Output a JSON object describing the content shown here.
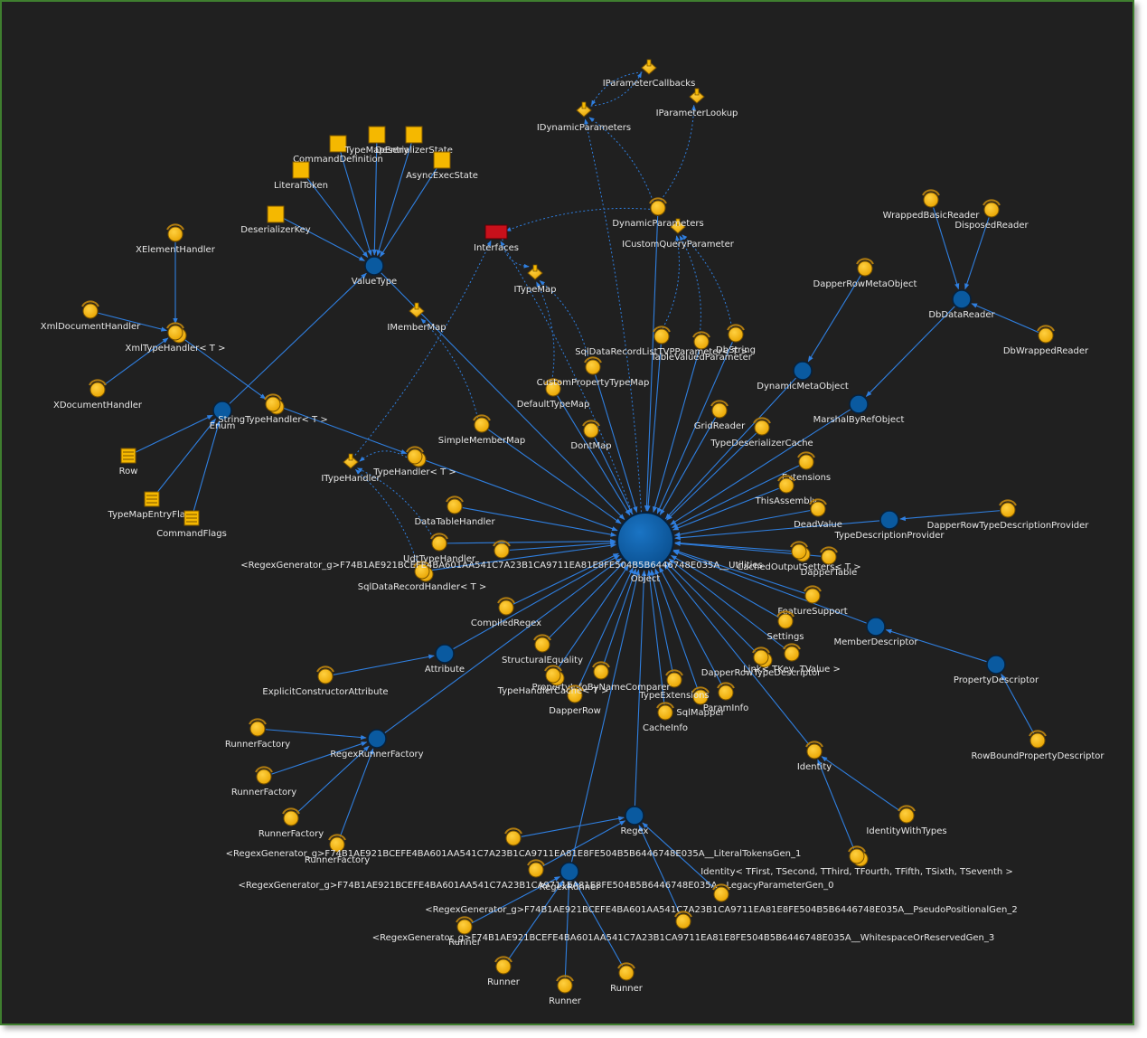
{
  "colors": {
    "background": "#202020",
    "edge": "#2f7fe0",
    "class_node": "#f5b800",
    "class_node_stroke": "#7a5400",
    "abstract_node": "#0a5aa0",
    "interface_node": "#f5b800",
    "namespace_node": "#c8101b",
    "struct_node": "#f5b800",
    "enum_node": "#f5b800"
  },
  "legend_icons": {
    "class": "ring-circle-icon",
    "base_class": "blue-circle-icon",
    "interface": "diamond-icon",
    "struct": "square-icon",
    "enum": "striped-square-icon",
    "folder": "red-rectangle-icon"
  },
  "nodes": [
    {
      "id": "object",
      "label": "Object",
      "type": "hub"
    },
    {
      "id": "valuetype",
      "label": "ValueType",
      "type": "base"
    },
    {
      "id": "enum",
      "label": "Enum",
      "type": "base"
    },
    {
      "id": "attribute",
      "label": "Attribute",
      "type": "base"
    },
    {
      "id": "regexrunnerfactory",
      "label": "RegexRunnerFactory",
      "type": "base"
    },
    {
      "id": "regex",
      "label": "Regex",
      "type": "base"
    },
    {
      "id": "regexrunner",
      "label": "RegexRunner",
      "type": "base"
    },
    {
      "id": "dbdatareader",
      "label": "DbDataReader",
      "type": "base"
    },
    {
      "id": "dynamicmetaobject",
      "label": "DynamicMetaObject",
      "type": "base"
    },
    {
      "id": "marshalbyrefobject",
      "label": "MarshalByRefObject",
      "type": "base"
    },
    {
      "id": "typedescriptionprovider",
      "label": "TypeDescriptionProvider",
      "type": "base"
    },
    {
      "id": "memberdescriptor",
      "label": "MemberDescriptor",
      "type": "base"
    },
    {
      "id": "propertydescriptor",
      "label": "PropertyDescriptor",
      "type": "base"
    },
    {
      "id": "interfaces",
      "label": "Interfaces",
      "type": "folder"
    },
    {
      "id": "idynamicparameters",
      "label": "IDynamicParameters",
      "type": "iface"
    },
    {
      "id": "iparametercallbacks",
      "label": "IParameterCallbacks",
      "type": "iface"
    },
    {
      "id": "iparameterlookup",
      "label": "IParameterLookup",
      "type": "iface"
    },
    {
      "id": "icustomqueryparameter",
      "label": "ICustomQueryParameter",
      "type": "iface"
    },
    {
      "id": "itypemap",
      "label": "ITypeMap",
      "type": "iface"
    },
    {
      "id": "imembermap",
      "label": "IMemberMap",
      "type": "iface"
    },
    {
      "id": "itypehandler",
      "label": "ITypeHandler",
      "type": "iface"
    },
    {
      "id": "commanddefinition",
      "label": "CommandDefinition",
      "type": "struct"
    },
    {
      "id": "typemapentry",
      "label": "TypeMapEntry",
      "type": "struct"
    },
    {
      "id": "deserializerstate",
      "label": "DeserializerState",
      "type": "struct"
    },
    {
      "id": "asyncexecstate",
      "label": "AsyncExecState",
      "type": "struct"
    },
    {
      "id": "literaltoken",
      "label": "LiteralToken",
      "type": "struct"
    },
    {
      "id": "deserializerkey",
      "label": "DeserializerKey",
      "type": "struct"
    },
    {
      "id": "row",
      "label": "Row",
      "type": "enum"
    },
    {
      "id": "typemapentryflags",
      "label": "TypeMapEntryFlags",
      "type": "enum"
    },
    {
      "id": "commandflags",
      "label": "CommandFlags",
      "type": "enum"
    },
    {
      "id": "xelementhandler",
      "label": "XElementHandler",
      "type": "class"
    },
    {
      "id": "xmldocumenthandler",
      "label": "XmlDocumentHandler",
      "type": "class"
    },
    {
      "id": "xmltypehandler",
      "label": "XmlTypeHandler< T >",
      "type": "classstack"
    },
    {
      "id": "xdocumenthandler",
      "label": "XDocumentHandler",
      "type": "class"
    },
    {
      "id": "stringtypehandler",
      "label": "StringTypeHandler< T >",
      "type": "classstack"
    },
    {
      "id": "typehandler",
      "label": "TypeHandler< T >",
      "type": "classstack"
    },
    {
      "id": "datatablehandler",
      "label": "DataTableHandler",
      "type": "class"
    },
    {
      "id": "udttypehandler",
      "label": "UdtTypeHandler",
      "type": "class"
    },
    {
      "id": "sqldatarecordhandler",
      "label": "SqlDataRecordHandler< T >",
      "type": "classstack"
    },
    {
      "id": "utilities",
      "label": "<RegexGenerator_g>F74B1AE921BCEFE4BA601AA541C7A23B1CA9711EA81E8FE504B5B6446748E035A__Utilities",
      "type": "class"
    },
    {
      "id": "simplemembermap",
      "label": "SimpleMemberMap",
      "type": "class"
    },
    {
      "id": "defaulttypemap",
      "label": "DefaultTypeMap",
      "type": "class"
    },
    {
      "id": "custompropertytypemap",
      "label": "CustomPropertyTypeMap",
      "type": "class"
    },
    {
      "id": "dontmap",
      "label": "DontMap",
      "type": "class"
    },
    {
      "id": "sqldatarecordlisttvp",
      "label": "SqlDataRecordListTVPParameter< T >",
      "type": "class"
    },
    {
      "id": "tablevaluedparameter",
      "label": "TableValuedParameter",
      "type": "class"
    },
    {
      "id": "dbstring",
      "label": "DbString",
      "type": "class"
    },
    {
      "id": "dynamicparameters",
      "label": "DynamicParameters",
      "type": "class"
    },
    {
      "id": "gridreader",
      "label": "GridReader",
      "type": "class"
    },
    {
      "id": "typedeserializercache",
      "label": "TypeDeserializerCache",
      "type": "class"
    },
    {
      "id": "extensions",
      "label": "Extensions",
      "type": "class"
    },
    {
      "id": "thisassembly",
      "label": "ThisAssembly",
      "type": "class"
    },
    {
      "id": "deadvalue",
      "label": "DeadValue",
      "type": "class"
    },
    {
      "id": "cachedoutputsetters",
      "label": "CachedOutputSetters< T >",
      "type": "classstack"
    },
    {
      "id": "dappertable",
      "label": "DapperTable",
      "type": "class"
    },
    {
      "id": "featuresupport",
      "label": "FeatureSupport",
      "type": "class"
    },
    {
      "id": "settings",
      "label": "Settings",
      "type": "class"
    },
    {
      "id": "dapperrowtypedescriptor",
      "label": "DapperRowTypeDescriptor",
      "type": "classstack"
    },
    {
      "id": "link",
      "label": "Link< TKey, TValue >",
      "type": "class"
    },
    {
      "id": "paraminfo",
      "label": "ParamInfo",
      "type": "class"
    },
    {
      "id": "sqlmapper",
      "label": "SqlMapper",
      "type": "class"
    },
    {
      "id": "cacheinfo",
      "label": "CacheInfo",
      "type": "class"
    },
    {
      "id": "typeextensions",
      "label": "TypeExtensions",
      "type": "class"
    },
    {
      "id": "propertyinfobynamecomparer",
      "label": "PropertyInfoByNameComparer",
      "type": "class"
    },
    {
      "id": "structuralequality",
      "label": "StructuralEquality",
      "type": "class"
    },
    {
      "id": "dapperrow",
      "label": "DapperRow",
      "type": "class"
    },
    {
      "id": "typehandlercache",
      "label": "TypeHandlerCache< T >",
      "type": "classstack"
    },
    {
      "id": "compiledregex",
      "label": "CompiledRegex",
      "type": "class"
    },
    {
      "id": "explicitconstructorattribute",
      "label": "ExplicitConstructorAttribute",
      "type": "class"
    },
    {
      "id": "runnerfactory1",
      "label": "RunnerFactory",
      "type": "class"
    },
    {
      "id": "runnerfactory2",
      "label": "RunnerFactory",
      "type": "class"
    },
    {
      "id": "runnerfactory3",
      "label": "RunnerFactory",
      "type": "class"
    },
    {
      "id": "runnerfactory4",
      "label": "RunnerFactory",
      "type": "class"
    },
    {
      "id": "literaltokensgen",
      "label": "<RegexGenerator_g>F74B1AE921BCEFE4BA601AA541C7A23B1CA9711EA81E8FE504B5B6446748E035A__LiteralTokensGen_1",
      "type": "class"
    },
    {
      "id": "legacyparametergen",
      "label": "<RegexGenerator_g>F74B1AE921BCEFE4BA601AA541C7A23B1CA9711EA81E8FE504B5B6446748E035A__LegacyParameterGen_0",
      "type": "class"
    },
    {
      "id": "pseudopositionalgen",
      "label": "<RegexGenerator_g>F74B1AE921BCEFE4BA601AA541C7A23B1CA9711EA81E8FE504B5B6446748E035A__PseudoPositionalGen_2",
      "type": "class"
    },
    {
      "id": "whitespacegen",
      "label": "<RegexGenerator_g>F74B1AE921BCEFE4BA601AA541C7A23B1CA9711EA81E8FE504B5B6446748E035A__WhitespaceOrReservedGen_3",
      "type": "class"
    },
    {
      "id": "runner1",
      "label": "Runner",
      "type": "class"
    },
    {
      "id": "runner2",
      "label": "Runner",
      "type": "class"
    },
    {
      "id": "runner3",
      "label": "Runner",
      "type": "class"
    },
    {
      "id": "runner4",
      "label": "Runner",
      "type": "class"
    },
    {
      "id": "identity",
      "label": "Identity",
      "type": "class"
    },
    {
      "id": "identitywithtypes",
      "label": "IdentityWithTypes",
      "type": "class"
    },
    {
      "id": "identitygeneric",
      "label": "Identity< TFirst, TSecond, TThird, TFourth, TFifth, TSixth, TSeventh >",
      "type": "classstack"
    },
    {
      "id": "wrappedbasicreader",
      "label": "WrappedBasicReader",
      "type": "class"
    },
    {
      "id": "disposedreader",
      "label": "DisposedReader",
      "type": "class"
    },
    {
      "id": "dbwrappedreader",
      "label": "DbWrappedReader",
      "type": "class"
    },
    {
      "id": "dapperrowmetaobject",
      "label": "DapperRowMetaObject",
      "type": "class"
    },
    {
      "id": "dapperrowtypedescriptionprovider",
      "label": "DapperRowTypeDescriptionProvider",
      "type": "class"
    },
    {
      "id": "rowboundpropertydescriptor",
      "label": "RowBoundPropertyDescriptor",
      "type": "class"
    }
  ],
  "edges": [
    {
      "from": "valuetype",
      "to": "object"
    },
    {
      "from": "enum",
      "to": "valuetype"
    },
    {
      "from": "attribute",
      "to": "object"
    },
    {
      "from": "regexrunnerfactory",
      "to": "object"
    },
    {
      "from": "regex",
      "to": "object"
    },
    {
      "from": "regexrunner",
      "to": "object"
    },
    {
      "from": "dbdatareader",
      "to": "marshalbyrefobject"
    },
    {
      "from": "marshalbyrefobject",
      "to": "object"
    },
    {
      "from": "dynamicmetaobject",
      "to": "object"
    },
    {
      "from": "typedescriptionprovider",
      "to": "object"
    },
    {
      "from": "memberdescriptor",
      "to": "object"
    },
    {
      "from": "propertydescriptor",
      "to": "memberdescriptor"
    },
    {
      "from": "commanddefinition",
      "to": "valuetype"
    },
    {
      "from": "typemapentry",
      "to": "valuetype"
    },
    {
      "from": "deserializerstate",
      "to": "valuetype"
    },
    {
      "from": "asyncexecstate",
      "to": "valuetype"
    },
    {
      "from": "literaltoken",
      "to": "valuetype"
    },
    {
      "from": "deserializerkey",
      "to": "valuetype"
    },
    {
      "from": "row",
      "to": "enum"
    },
    {
      "from": "typemapentryflags",
      "to": "enum"
    },
    {
      "from": "commandflags",
      "to": "enum"
    },
    {
      "from": "xelementhandler",
      "to": "xmltypehandler"
    },
    {
      "from": "xmldocumenthandler",
      "to": "xmltypehandler"
    },
    {
      "from": "xdocumenthandler",
      "to": "xmltypehandler"
    },
    {
      "from": "xmltypehandler",
      "to": "stringtypehandler"
    },
    {
      "from": "stringtypehandler",
      "to": "typehandler"
    },
    {
      "from": "typehandler",
      "to": "object"
    },
    {
      "from": "datatablehandler",
      "to": "object"
    },
    {
      "from": "udttypehandler",
      "to": "object"
    },
    {
      "from": "sqldatarecordhandler",
      "to": "object"
    },
    {
      "from": "utilities",
      "to": "object"
    },
    {
      "from": "simplemembermap",
      "to": "object"
    },
    {
      "from": "defaulttypemap",
      "to": "object"
    },
    {
      "from": "custompropertytypemap",
      "to": "object"
    },
    {
      "from": "dontmap",
      "to": "object"
    },
    {
      "from": "sqldatarecordlisttvp",
      "to": "object"
    },
    {
      "from": "tablevaluedparameter",
      "to": "object"
    },
    {
      "from": "dbstring",
      "to": "object"
    },
    {
      "from": "dynamicparameters",
      "to": "object"
    },
    {
      "from": "gridreader",
      "to": "object"
    },
    {
      "from": "typedeserializercache",
      "to": "object"
    },
    {
      "from": "extensions",
      "to": "object"
    },
    {
      "from": "thisassembly",
      "to": "object"
    },
    {
      "from": "deadvalue",
      "to": "object"
    },
    {
      "from": "cachedoutputsetters",
      "to": "object"
    },
    {
      "from": "dappertable",
      "to": "object"
    },
    {
      "from": "featuresupport",
      "to": "object"
    },
    {
      "from": "settings",
      "to": "object"
    },
    {
      "from": "dapperrowtypedescriptor",
      "to": "object"
    },
    {
      "from": "link",
      "to": "object"
    },
    {
      "from": "paraminfo",
      "to": "object"
    },
    {
      "from": "sqlmapper",
      "to": "object"
    },
    {
      "from": "cacheinfo",
      "to": "object"
    },
    {
      "from": "typeextensions",
      "to": "object"
    },
    {
      "from": "propertyinfobynamecomparer",
      "to": "object"
    },
    {
      "from": "structuralequality",
      "to": "object"
    },
    {
      "from": "dapperrow",
      "to": "object"
    },
    {
      "from": "typehandlercache",
      "to": "object"
    },
    {
      "from": "compiledregex",
      "to": "object"
    },
    {
      "from": "explicitconstructorattribute",
      "to": "attribute"
    },
    {
      "from": "runnerfactory1",
      "to": "regexrunnerfactory"
    },
    {
      "from": "runnerfactory2",
      "to": "regexrunnerfactory"
    },
    {
      "from": "runnerfactory3",
      "to": "regexrunnerfactory"
    },
    {
      "from": "runnerfactory4",
      "to": "regexrunnerfactory"
    },
    {
      "from": "literaltokensgen",
      "to": "regex"
    },
    {
      "from": "legacyparametergen",
      "to": "regex"
    },
    {
      "from": "pseudopositionalgen",
      "to": "regex"
    },
    {
      "from": "whitespacegen",
      "to": "regex"
    },
    {
      "from": "runner1",
      "to": "regexrunner"
    },
    {
      "from": "runner2",
      "to": "regexrunner"
    },
    {
      "from": "runner3",
      "to": "regexrunner"
    },
    {
      "from": "runner4",
      "to": "regexrunner"
    },
    {
      "from": "identity",
      "to": "object"
    },
    {
      "from": "identitywithtypes",
      "to": "identity"
    },
    {
      "from": "identitygeneric",
      "to": "identity"
    },
    {
      "from": "wrappedbasicreader",
      "to": "dbdatareader"
    },
    {
      "from": "disposedreader",
      "to": "dbdatareader"
    },
    {
      "from": "dbwrappedreader",
      "to": "dbdatareader"
    },
    {
      "from": "dapperrowmetaobject",
      "to": "dynamicmetaobject"
    },
    {
      "from": "dapperrowtypedescriptionprovider",
      "to": "typedescriptionprovider"
    },
    {
      "from": "rowboundpropertydescriptor",
      "to": "propertydescriptor"
    },
    {
      "from": "dynamicparameters",
      "to": "idynamicparameters",
      "dotted": true
    },
    {
      "from": "dynamicparameters",
      "to": "iparameterlookup",
      "dotted": true
    },
    {
      "from": "dynamicparameters",
      "to": "interfaces",
      "dotted": true
    },
    {
      "from": "idynamicparameters",
      "to": "iparametercallbacks",
      "dotted": true
    },
    {
      "from": "iparametercallbacks",
      "to": "idynamicparameters",
      "dotted": true
    },
    {
      "from": "object",
      "to": "interfaces",
      "dotted": true
    },
    {
      "from": "object",
      "to": "idynamicparameters",
      "dotted": true
    },
    {
      "from": "interfaces",
      "to": "itypemap",
      "dotted": true
    },
    {
      "from": "dbstring",
      "to": "icustomqueryparameter",
      "dotted": true
    },
    {
      "from": "tablevaluedparameter",
      "to": "icustomqueryparameter",
      "dotted": true
    },
    {
      "from": "sqldatarecordlisttvp",
      "to": "icustomqueryparameter",
      "dotted": true
    },
    {
      "from": "defaulttypemap",
      "to": "itypemap",
      "dotted": true
    },
    {
      "from": "custompropertytypemap",
      "to": "itypemap",
      "dotted": true
    },
    {
      "from": "simplemembermap",
      "to": "imembermap",
      "dotted": true
    },
    {
      "from": "typehandler",
      "to": "itypehandler",
      "dotted": true
    },
    {
      "from": "udttypehandler",
      "to": "itypehandler",
      "dotted": true
    },
    {
      "from": "sqldatarecordhandler",
      "to": "itypehandler",
      "dotted": true
    },
    {
      "from": "itypehandler",
      "to": "interfaces",
      "dotted": true
    }
  ]
}
